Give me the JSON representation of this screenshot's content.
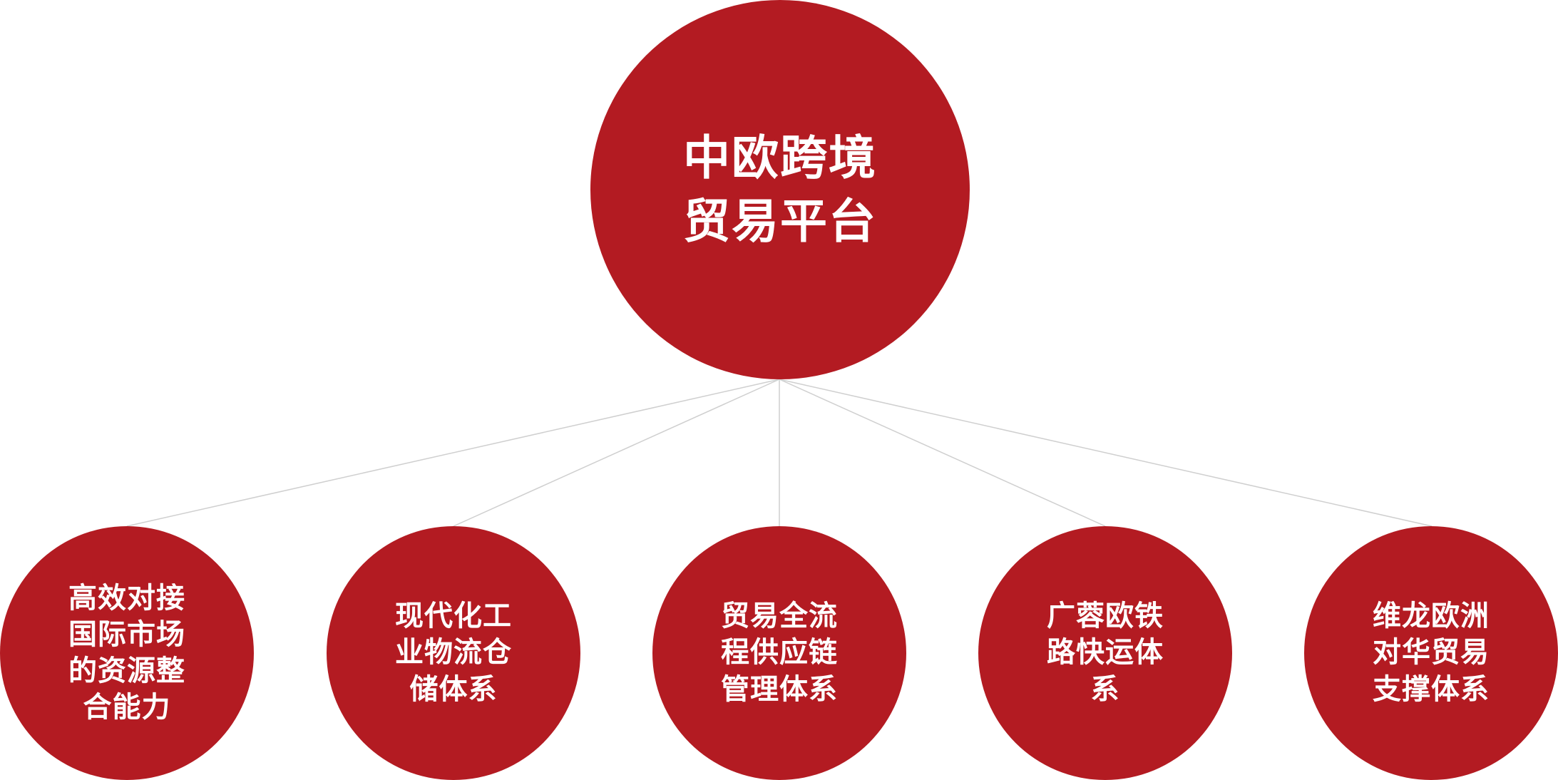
{
  "colors": {
    "node_fill": "#b31b22",
    "connector": "#cfcfcf",
    "label_text": "#ffffff"
  },
  "root": {
    "label": "中欧跨境贸易平台"
  },
  "children": [
    {
      "label": "高效对接国际市场的资源整合能力"
    },
    {
      "label": "现代化工业物流仓储体系"
    },
    {
      "label": "贸易全流程供应链管理体系"
    },
    {
      "label": "广蓉欧铁路快运体系"
    },
    {
      "label": "维龙欧洲对华贸易支撑体系"
    }
  ]
}
